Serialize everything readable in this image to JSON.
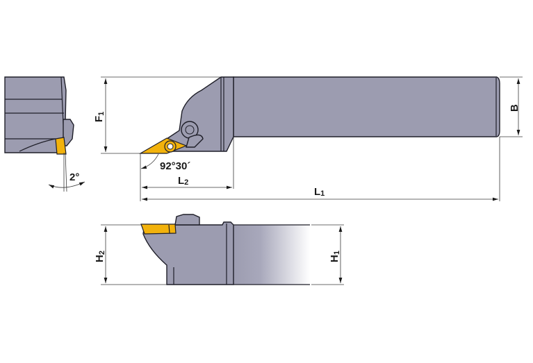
{
  "diagram": {
    "type": "tool-holder-technical-drawing",
    "colors": {
      "body": "#9c9cb0",
      "outline": "#1e1e28",
      "insert": "#f2b20c",
      "dimension_line": "#3a3a3a"
    },
    "views": {
      "end_view": {
        "clearance_angle_label": "2°"
      },
      "top_view": {
        "approach_angle_label": "92°30´",
        "dimensions": {
          "F1": {
            "main": "F",
            "sub": "1"
          },
          "B": {
            "main": "B",
            "sub": ""
          },
          "L1": {
            "main": "L",
            "sub": "1"
          },
          "L2": {
            "main": "L",
            "sub": "2"
          }
        }
      },
      "side_view": {
        "dimensions": {
          "H1": {
            "main": "H",
            "sub": "1"
          },
          "H2": {
            "main": "H",
            "sub": "2"
          }
        }
      }
    }
  }
}
